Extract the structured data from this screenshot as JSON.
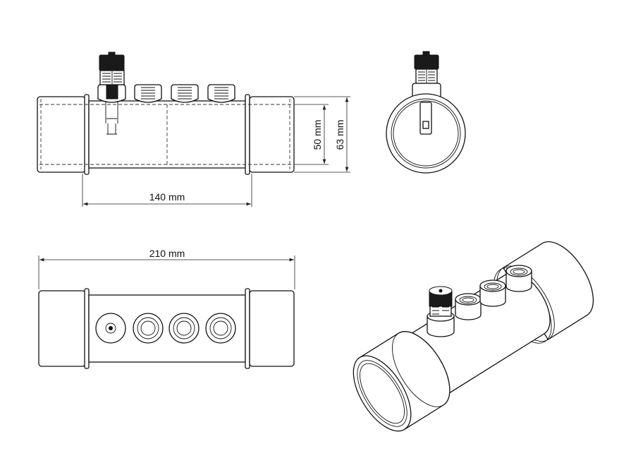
{
  "dimensions": {
    "middle_length": "140 mm",
    "inner_diameter": "50 mm",
    "outer_diameter": "63 mm",
    "total_length": "210 mm"
  },
  "colors": {
    "line": "#111111",
    "background": "#ffffff"
  }
}
